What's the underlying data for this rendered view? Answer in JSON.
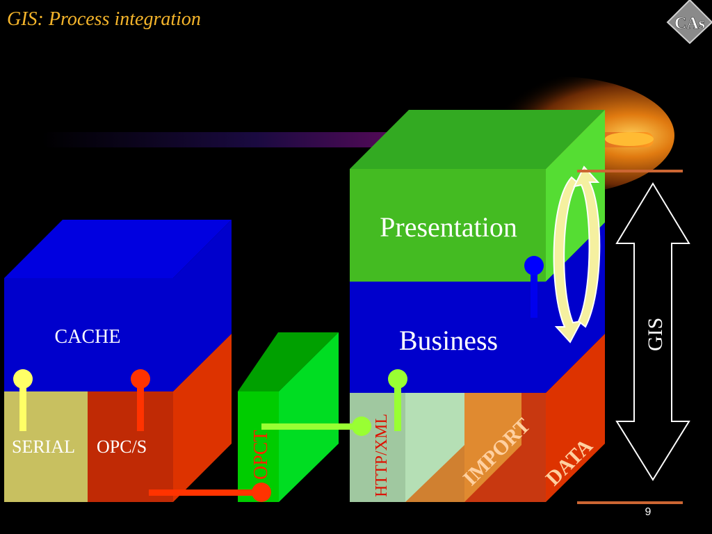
{
  "slide": {
    "title": "GIS: Process integration",
    "logo_text": "CAs",
    "page_number": "9"
  },
  "left_block": {
    "top_label": "CACHE",
    "bottom_left_label": "SERIAL",
    "bottom_right_label": "OPC/S"
  },
  "middle_block": {
    "label": "OPCT"
  },
  "right_block": {
    "top_label": "Presentation",
    "middle_label": "Business",
    "bottom_labels": [
      "HTTP/XML",
      "IMPORT",
      "DATA"
    ]
  },
  "gis_arrow": {
    "label": "GIS"
  },
  "colors": {
    "title": "#f5b52b",
    "blue_front": "#0000cc",
    "blue_top": "#0000ee",
    "red": "#dd3300",
    "green_front": "#44bb22",
    "green_top": "#339922",
    "yellow_connector": "#ffff66",
    "red_connector": "#ff3300",
    "lime_connector": "#99ff33",
    "orange_rule": "#cc6633"
  }
}
